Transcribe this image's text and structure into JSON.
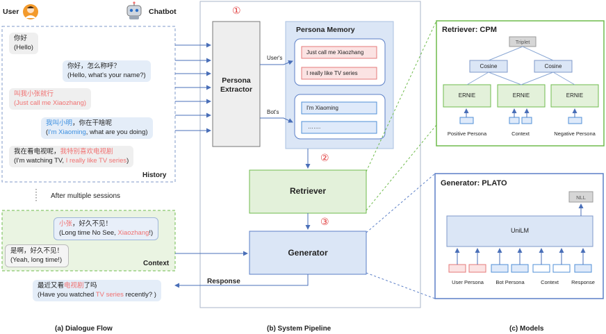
{
  "dialogue": {
    "user_label": "User",
    "bot_label": "Chatbot",
    "history_label": "History",
    "after_sessions": "After multiple sessions",
    "context_label": "Context",
    "history": [
      {
        "speaker": "user",
        "line1": [
          {
            "t": "你好",
            "c": ""
          }
        ],
        "line2": [
          {
            "t": "(Hello)",
            "c": ""
          }
        ]
      },
      {
        "speaker": "bot",
        "line1": [
          {
            "t": "你好，怎么称呼？",
            "c": ""
          }
        ],
        "line2": [
          {
            "t": "(Hello, what's your name?)",
            "c": ""
          }
        ]
      },
      {
        "speaker": "user",
        "line1": [
          {
            "t": "叫我小张就行",
            "c": "red"
          }
        ],
        "line2": [
          {
            "t": "(Just call me Xiaozhang)",
            "c": "red"
          }
        ]
      },
      {
        "speaker": "bot",
        "line1": [
          {
            "t": "我叫小明",
            "c": "blue"
          },
          {
            "t": "，你在干啥呢",
            "c": ""
          }
        ],
        "line2": [
          {
            "t": "(",
            "c": ""
          },
          {
            "t": "I'm Xiaoming",
            "c": "blue"
          },
          {
            "t": ", what are you doing)",
            "c": ""
          }
        ]
      },
      {
        "speaker": "user",
        "line1": [
          {
            "t": "我在看电视呢，",
            "c": ""
          },
          {
            "t": "我特别喜欢电视剧",
            "c": "red"
          }
        ],
        "line2": [
          {
            "t": "(I'm watching TV, ",
            "c": ""
          },
          {
            "t": "I really like TV series",
            "c": "red"
          },
          {
            "t": ")",
            "c": ""
          }
        ]
      }
    ],
    "context": [
      {
        "speaker": "bot",
        "line1": [
          {
            "t": "小张",
            "c": "red"
          },
          {
            "t": "，好久不见！",
            "c": ""
          }
        ],
        "line2": [
          {
            "t": "(Long time No See, ",
            "c": ""
          },
          {
            "t": "Xiaozhang",
            "c": "red"
          },
          {
            "t": "!)",
            "c": ""
          }
        ]
      },
      {
        "speaker": "user",
        "line1": [
          {
            "t": "是啊，好久不见！",
            "c": ""
          }
        ],
        "line2": [
          {
            "t": "(Yeah, long time!)",
            "c": ""
          }
        ]
      }
    ],
    "response": {
      "line1": [
        {
          "t": "最近又看",
          "c": ""
        },
        {
          "t": "电视剧",
          "c": "red"
        },
        {
          "t": "了吗",
          "c": ""
        }
      ],
      "line2": [
        {
          "t": "(Have you watched ",
          "c": ""
        },
        {
          "t": "TV series",
          "c": "red"
        },
        {
          "t": " recently? )",
          "c": ""
        }
      ]
    }
  },
  "pipeline": {
    "step1": "①",
    "step2": "②",
    "step3": "③",
    "extractor_line1": "Persona",
    "extractor_line2": "Extractor",
    "memory_title": "Persona Memory",
    "users_label": "User's",
    "bots_label": "Bot's",
    "user_persona": [
      "Just call me Xiaozhang",
      "I really like TV series"
    ],
    "bot_persona": [
      "I'm Xiaoming",
      "……."
    ],
    "retriever": "Retriever",
    "generator": "Generator",
    "response_label": "Response"
  },
  "models": {
    "cpm_title": "Retriever: CPM",
    "triplet": "Triplet",
    "cosine": "Cosine",
    "ernie": "ERNIE",
    "cpm_inputs": [
      "Positive Persona",
      "Context",
      "Negative Persona"
    ],
    "plato_title": "Generator: PLATO",
    "nll": "NLL",
    "unilm": "UniLM",
    "plato_inputs": [
      "User Persona",
      "Bot Persona",
      "Context",
      "Response"
    ]
  },
  "captions": [
    "(a) Dialogue Flow",
    "(b) System Pipeline",
    "(c) Models"
  ],
  "colors": {
    "red": "#f07171",
    "blue": "#3c8fe0",
    "green_border": "#6fbb4c",
    "blue_border": "#5b7fc7",
    "memory_fill": "#dbe6f6",
    "green_fill": "#e3f1da"
  }
}
